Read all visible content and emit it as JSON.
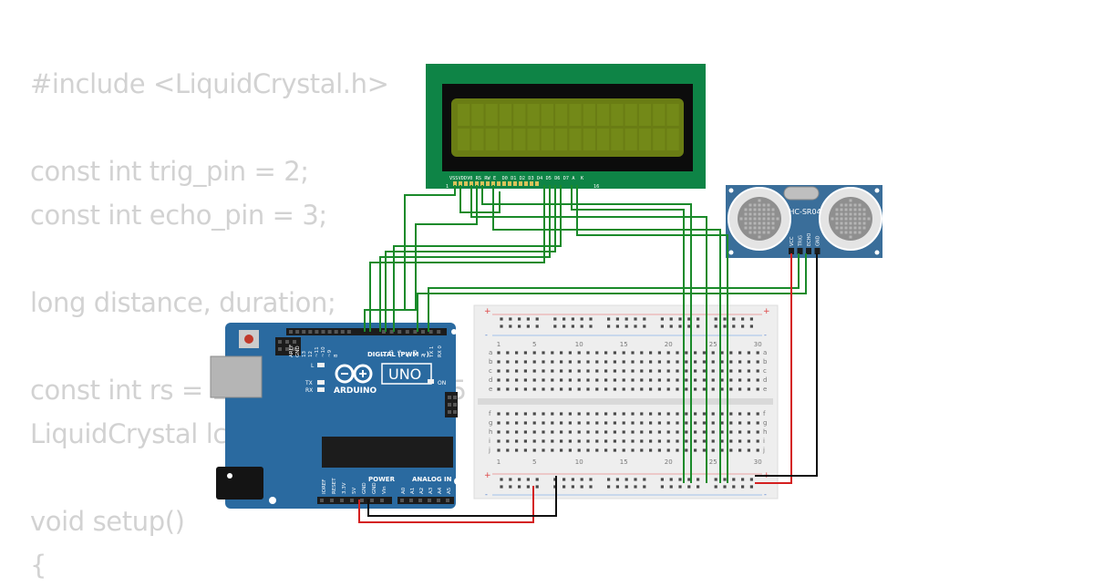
{
  "code_lines": [
    "#include <LiquidCrystal.h>",
    "",
    "const int trig_pin = 2;",
    "const int echo_pin = 3;",
    "",
    "long distance, duration;",
    "",
    "const int rs = 12, en = 11, d4 = 5",
    "LiquidCrystal lcd(rs, en, d4, d5, d",
    "",
    "void setup()",
    "{"
  ],
  "lcd": {
    "pin_labels": [
      "VSS",
      "VDD",
      "V0",
      "RS",
      "RW",
      "E",
      "D0",
      "D1",
      "D2",
      "D3",
      "D4",
      "D5",
      "D6",
      "D7",
      "A",
      "K"
    ],
    "pin_first": "1",
    "pin_last": "16"
  },
  "sensor": {
    "label": "HC-SR04",
    "pins": [
      "VCC",
      "TRIG",
      "ECHO",
      "GND"
    ]
  },
  "arduino": {
    "brand": "ARDUINO",
    "model": "UNO",
    "digital_label": "DIGITAL (PWM ~)",
    "power_label": "POWER",
    "analog_label": "ANALOG IN",
    "on_label": "ON",
    "l_label": "L",
    "tx_label": "TX",
    "rx_label": "RX",
    "top_header": [
      "AREF",
      "GND",
      "13",
      "12",
      "~11",
      "~10",
      "~9",
      "8",
      "7",
      "~6",
      "~5",
      "4",
      "~3",
      "2",
      "TX 1",
      "RX 0"
    ],
    "power_header": [
      "IOREF",
      "RESET",
      "3.3V",
      "5V",
      "GND",
      "GND",
      "Vin"
    ],
    "analog_header": [
      "A0",
      "A1",
      "A2",
      "A3",
      "A4",
      "A5"
    ]
  },
  "breadboard": {
    "col_numbers": [
      "1",
      "5",
      "10",
      "15",
      "20",
      "25",
      "30"
    ],
    "rows_top": [
      "a",
      "b",
      "c",
      "d",
      "e"
    ],
    "rows_bottom": [
      "f",
      "g",
      "h",
      "i",
      "j"
    ],
    "plus": "+",
    "minus": "-"
  },
  "colors": {
    "code_text": "#d2d2d2",
    "lcd_pcb": "#0e8446",
    "lcd_screen": "#6a7d14",
    "arduino_board": "#2a6aa0",
    "sensor_board": "#3a6e9a",
    "wire_signal": "#1a8a2a",
    "wire_power": "#d42020",
    "wire_ground": "#111111",
    "breadboard": "#eeeeee"
  }
}
